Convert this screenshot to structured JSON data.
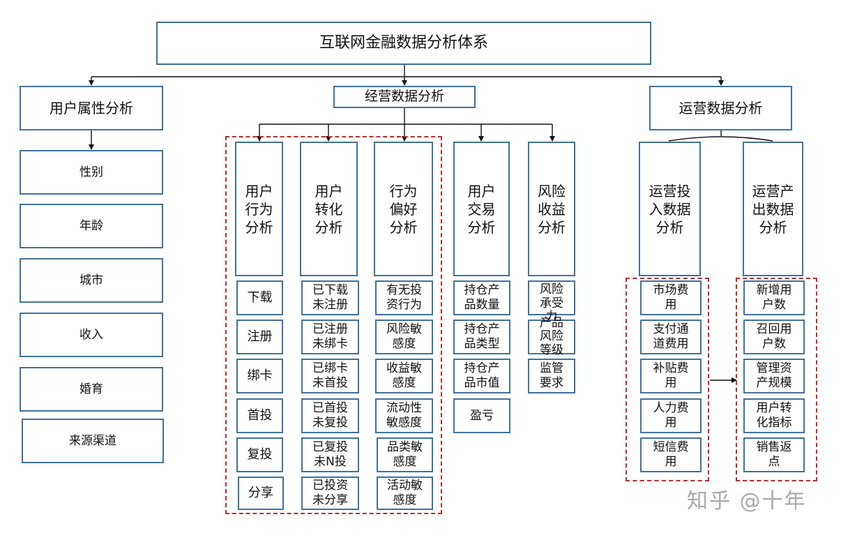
{
  "title": "互联网金融数据分析体系",
  "watermark": "知乎 @十年",
  "user_attributes": {
    "title": "用户属性分析",
    "items": [
      "性别",
      "年龄",
      "城市",
      "收入",
      "婚育",
      "来源渠道"
    ]
  },
  "business": {
    "title": "经营数据分析",
    "columns": [
      {
        "title": "用户\n行为\n分析",
        "items": [
          "下载",
          "注册",
          "绑卡",
          "首投",
          "复投",
          "分享"
        ]
      },
      {
        "title": "用户\n转化\n分析",
        "items": [
          "已下载\n未注册",
          "已注册\n未绑卡",
          "已绑卡\n未首投",
          "已首投\n未复投",
          "已复投\n未N投",
          "已投资\n未分享"
        ]
      },
      {
        "title": "行为\n偏好\n分析",
        "items": [
          "有无投\n资行为",
          "风险敏\n感度",
          "收益敏\n感度",
          "流动性\n敏感度",
          "品类敏\n感度",
          "活动敏\n感度"
        ]
      },
      {
        "title": "用户\n交易\n分析",
        "items": [
          "持仓产\n品数量",
          "持仓产\n品类型",
          "持仓产\n品市值",
          "盈亏"
        ]
      },
      {
        "title": "风险\n收益\n分析",
        "items": [
          "风险\n承受\n力",
          "产品\n风险\n等级",
          "监管\n要求"
        ]
      }
    ]
  },
  "operations": {
    "title": "运营数据分析",
    "input": {
      "title": "运营投\n入数据\n分析",
      "items": [
        "市场费\n用",
        "支付通\n道费用",
        "补贴费\n用",
        "人力费\n用",
        "短信费\n用"
      ]
    },
    "output": {
      "title": "运营产\n出数据\n分析",
      "items": [
        "新增用\n户数",
        "召回用\n户数",
        "管理资\n产规模",
        "用户转\n化指标",
        "销售返\n点"
      ]
    }
  }
}
